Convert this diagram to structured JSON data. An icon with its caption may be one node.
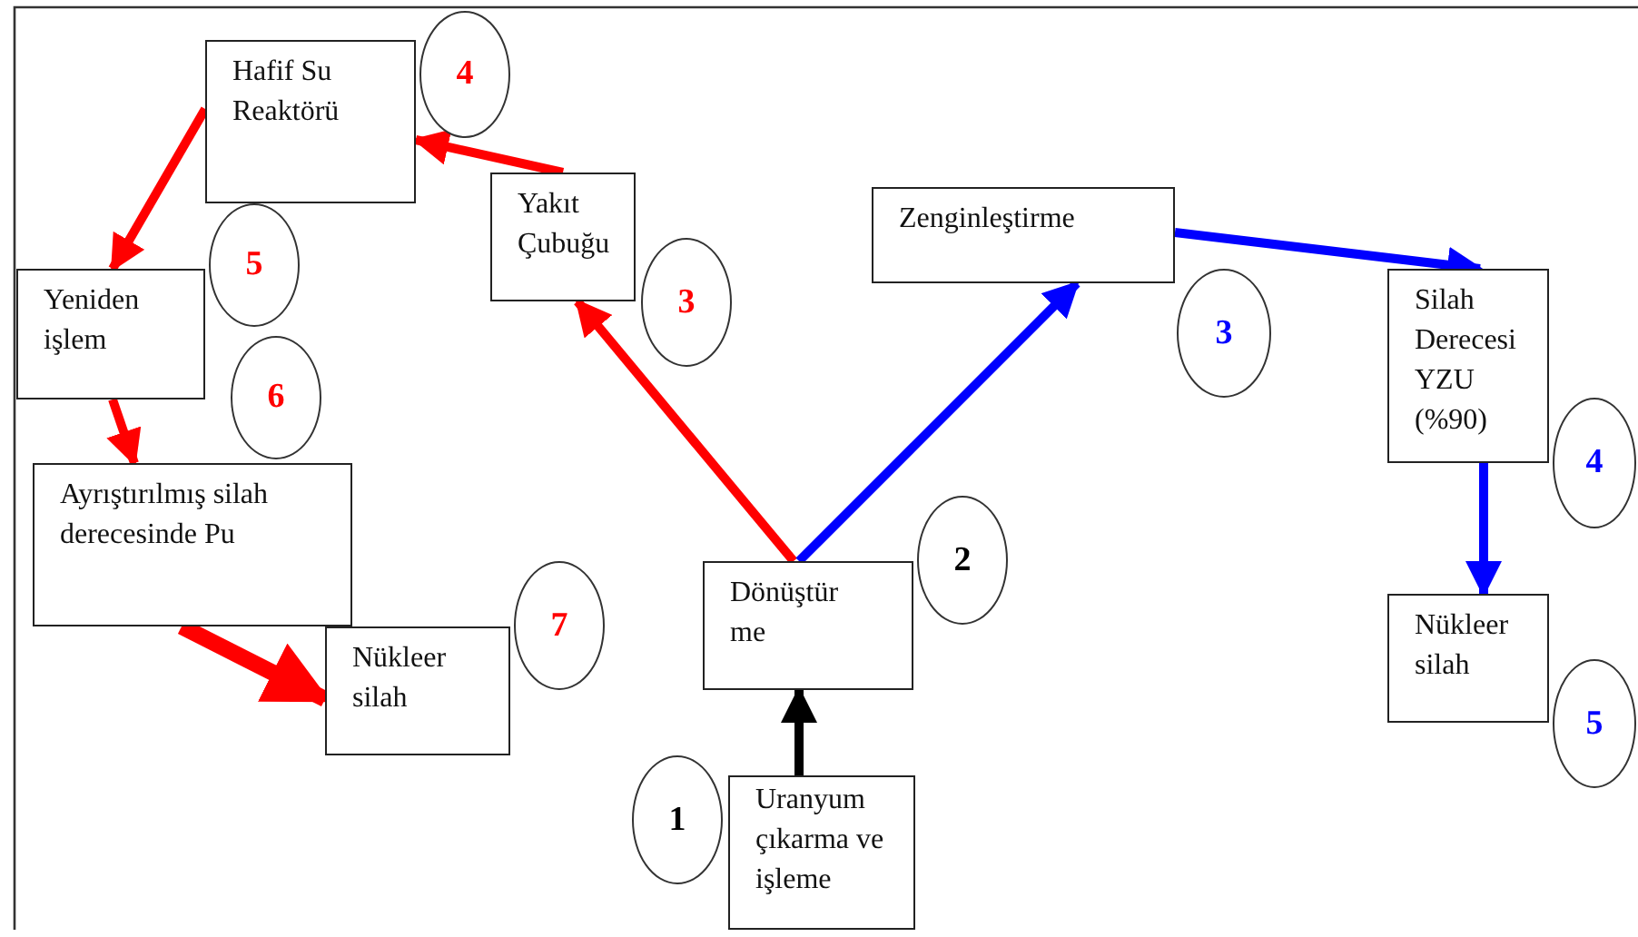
{
  "diagram": {
    "nodes": [
      {
        "text": [
          "Hafif Su Reaktörü"
        ]
      },
      {
        "text": [
          "4"
        ]
      },
      {
        "text": [
          "Yakıt Çubuğu"
        ]
      },
      {
        "text": [
          "3"
        ]
      },
      {
        "text": [
          "Zenginleştirme"
        ]
      },
      {
        "text": [
          "Yeniden işlem"
        ]
      },
      {
        "text": [
          "5"
        ]
      },
      {
        "text": [
          "3"
        ]
      },
      {
        "text": [
          "Silah Derecesi YZU (%90)"
        ]
      },
      {
        "text": [
          "6"
        ]
      },
      {
        "text": [
          "4"
        ]
      },
      {
        "text": [
          "Ayrıştırılmış silah derecesinde Pu"
        ]
      },
      {
        "text": [
          "2"
        ]
      },
      {
        "text": [
          "Dönüştür me"
        ]
      },
      {
        "text": [
          "7"
        ]
      },
      {
        "text": [
          "Nükleer silah"
        ]
      },
      {
        "text": [
          "Nükleer silah"
        ]
      },
      {
        "text": [
          "5"
        ]
      },
      {
        "text": [
          "1"
        ]
      },
      {
        "text": [
          "Uranyum çıkarma ve işleme"
        ]
      }
    ],
    "edges": [
      {
        "from": 19,
        "to": 13,
        "arrow": "to",
        "color": "#000000"
      },
      {
        "from": 13,
        "to": 2,
        "arrow": "to"
      },
      {
        "from": 13,
        "to": 4,
        "arrow": "to",
        "color": "#0000ff"
      },
      {
        "from": 2,
        "to": 0,
        "arrow": "to"
      },
      {
        "from": 0,
        "to": 5,
        "arrow": "to"
      },
      {
        "from": 5,
        "to": 11,
        "arrow": "to"
      },
      {
        "from": 11,
        "to": 15,
        "arrow": "to",
        "style": "thick"
      },
      {
        "from": 4,
        "to": 8,
        "arrow": "to",
        "color": "#0000ff"
      },
      {
        "from": 8,
        "to": 16,
        "arrow": "to",
        "color": "#0000ff"
      }
    ]
  }
}
